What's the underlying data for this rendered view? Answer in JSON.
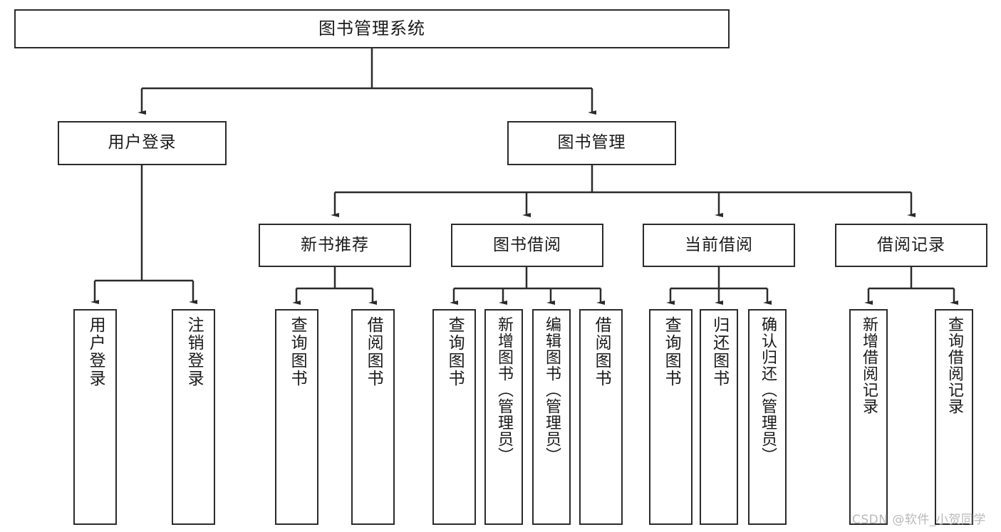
{
  "diagram": {
    "title": "图书管理系统",
    "type": "tree-hierarchy-chart",
    "orientation": "top-down"
  },
  "root": {
    "label": "图书管理系统"
  },
  "level2": [
    {
      "label": "用户登录"
    },
    {
      "label": "图书管理"
    }
  ],
  "level3": [
    {
      "label": "新书推荐"
    },
    {
      "label": "图书借阅"
    },
    {
      "label": "当前借阅"
    },
    {
      "label": "借阅记录"
    }
  ],
  "leaves": {
    "user_login": [
      {
        "label": "用户登录"
      },
      {
        "label": "注销登录"
      }
    ],
    "new_book": [
      {
        "label": "查询图书"
      },
      {
        "label": "借阅图书"
      }
    ],
    "book_borrow": [
      {
        "label": "查询图书"
      },
      {
        "label": "新增图书（管理员）"
      },
      {
        "label": "编辑图书（管理员）"
      },
      {
        "label": "借阅图书"
      }
    ],
    "current_borrow": [
      {
        "label": "查询图书"
      },
      {
        "label": "归还图书"
      },
      {
        "label": "确认归还（管理员）"
      }
    ],
    "borrow_record": [
      {
        "label": "新增借阅记录"
      },
      {
        "label": "查询借阅记录"
      }
    ]
  },
  "watermark": {
    "text": "CSDN @软件_小贺同学"
  },
  "colors": {
    "stroke": "#2b2b2b",
    "background": "#ffffff",
    "text": "#1a1a1a",
    "watermark": "#b9b9b9"
  }
}
